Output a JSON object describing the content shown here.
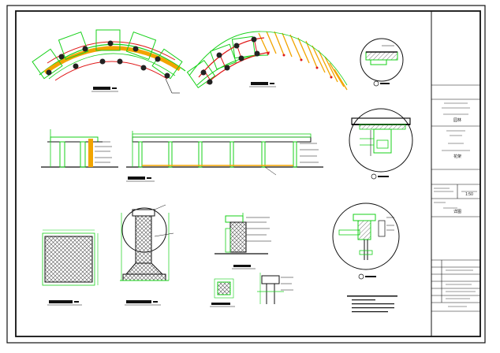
{
  "colors": {
    "background": "#ffffff",
    "border": "#111111",
    "cad_green": "#17d11a",
    "cad_red": "#e01818",
    "cad_orange": "#f2a400",
    "cad_dark": "#222222",
    "hatch": "#555555"
  },
  "title_block": {
    "field_1": "园林",
    "field_2": "花架",
    "field_3": "详图",
    "field_4": "1:50"
  },
  "icons": {
    "detail_circle": "circle-callout-icon",
    "north_arrow": "leader-arrow-icon"
  }
}
